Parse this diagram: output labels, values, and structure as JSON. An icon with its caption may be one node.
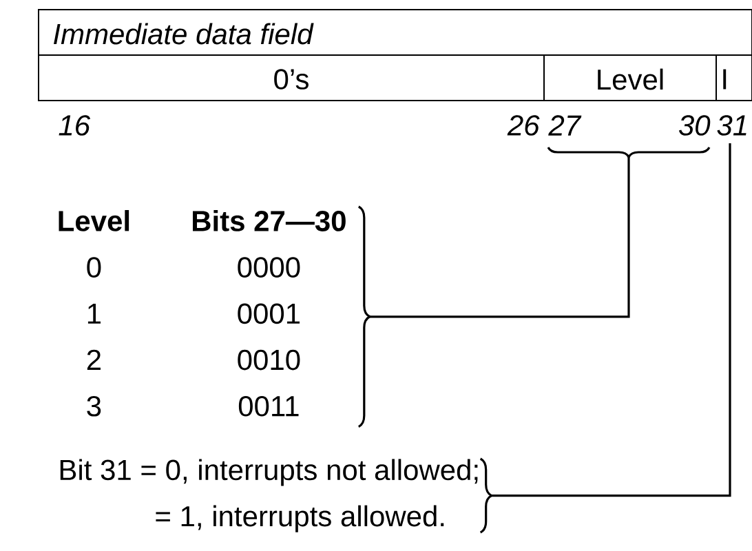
{
  "diagram": {
    "nodes": [
      {
        "text": [
          "Immediate data field"
        ]
      },
      {
        "text": [
          "0’s"
        ]
      },
      {
        "text": [
          "Level"
        ]
      },
      {
        "text": [
          "I"
        ]
      },
      {
        "text": [
          "Level",
          "Bits 27—30",
          "0",
          "0000",
          "1",
          "0001",
          "2",
          "0010",
          "3",
          "0011"
        ]
      },
      {
        "text": [
          "Bit 31 = 0, interrupts not allowed;",
          "= 1, interrupts allowed."
        ]
      }
    ],
    "edges": [
      {
        "from": 4,
        "to": 2,
        "arrow": "none"
      },
      {
        "from": 5,
        "to": 3,
        "arrow": "none"
      }
    ],
    "labels": [
      "16",
      "26",
      "27",
      "30",
      "31"
    ]
  }
}
